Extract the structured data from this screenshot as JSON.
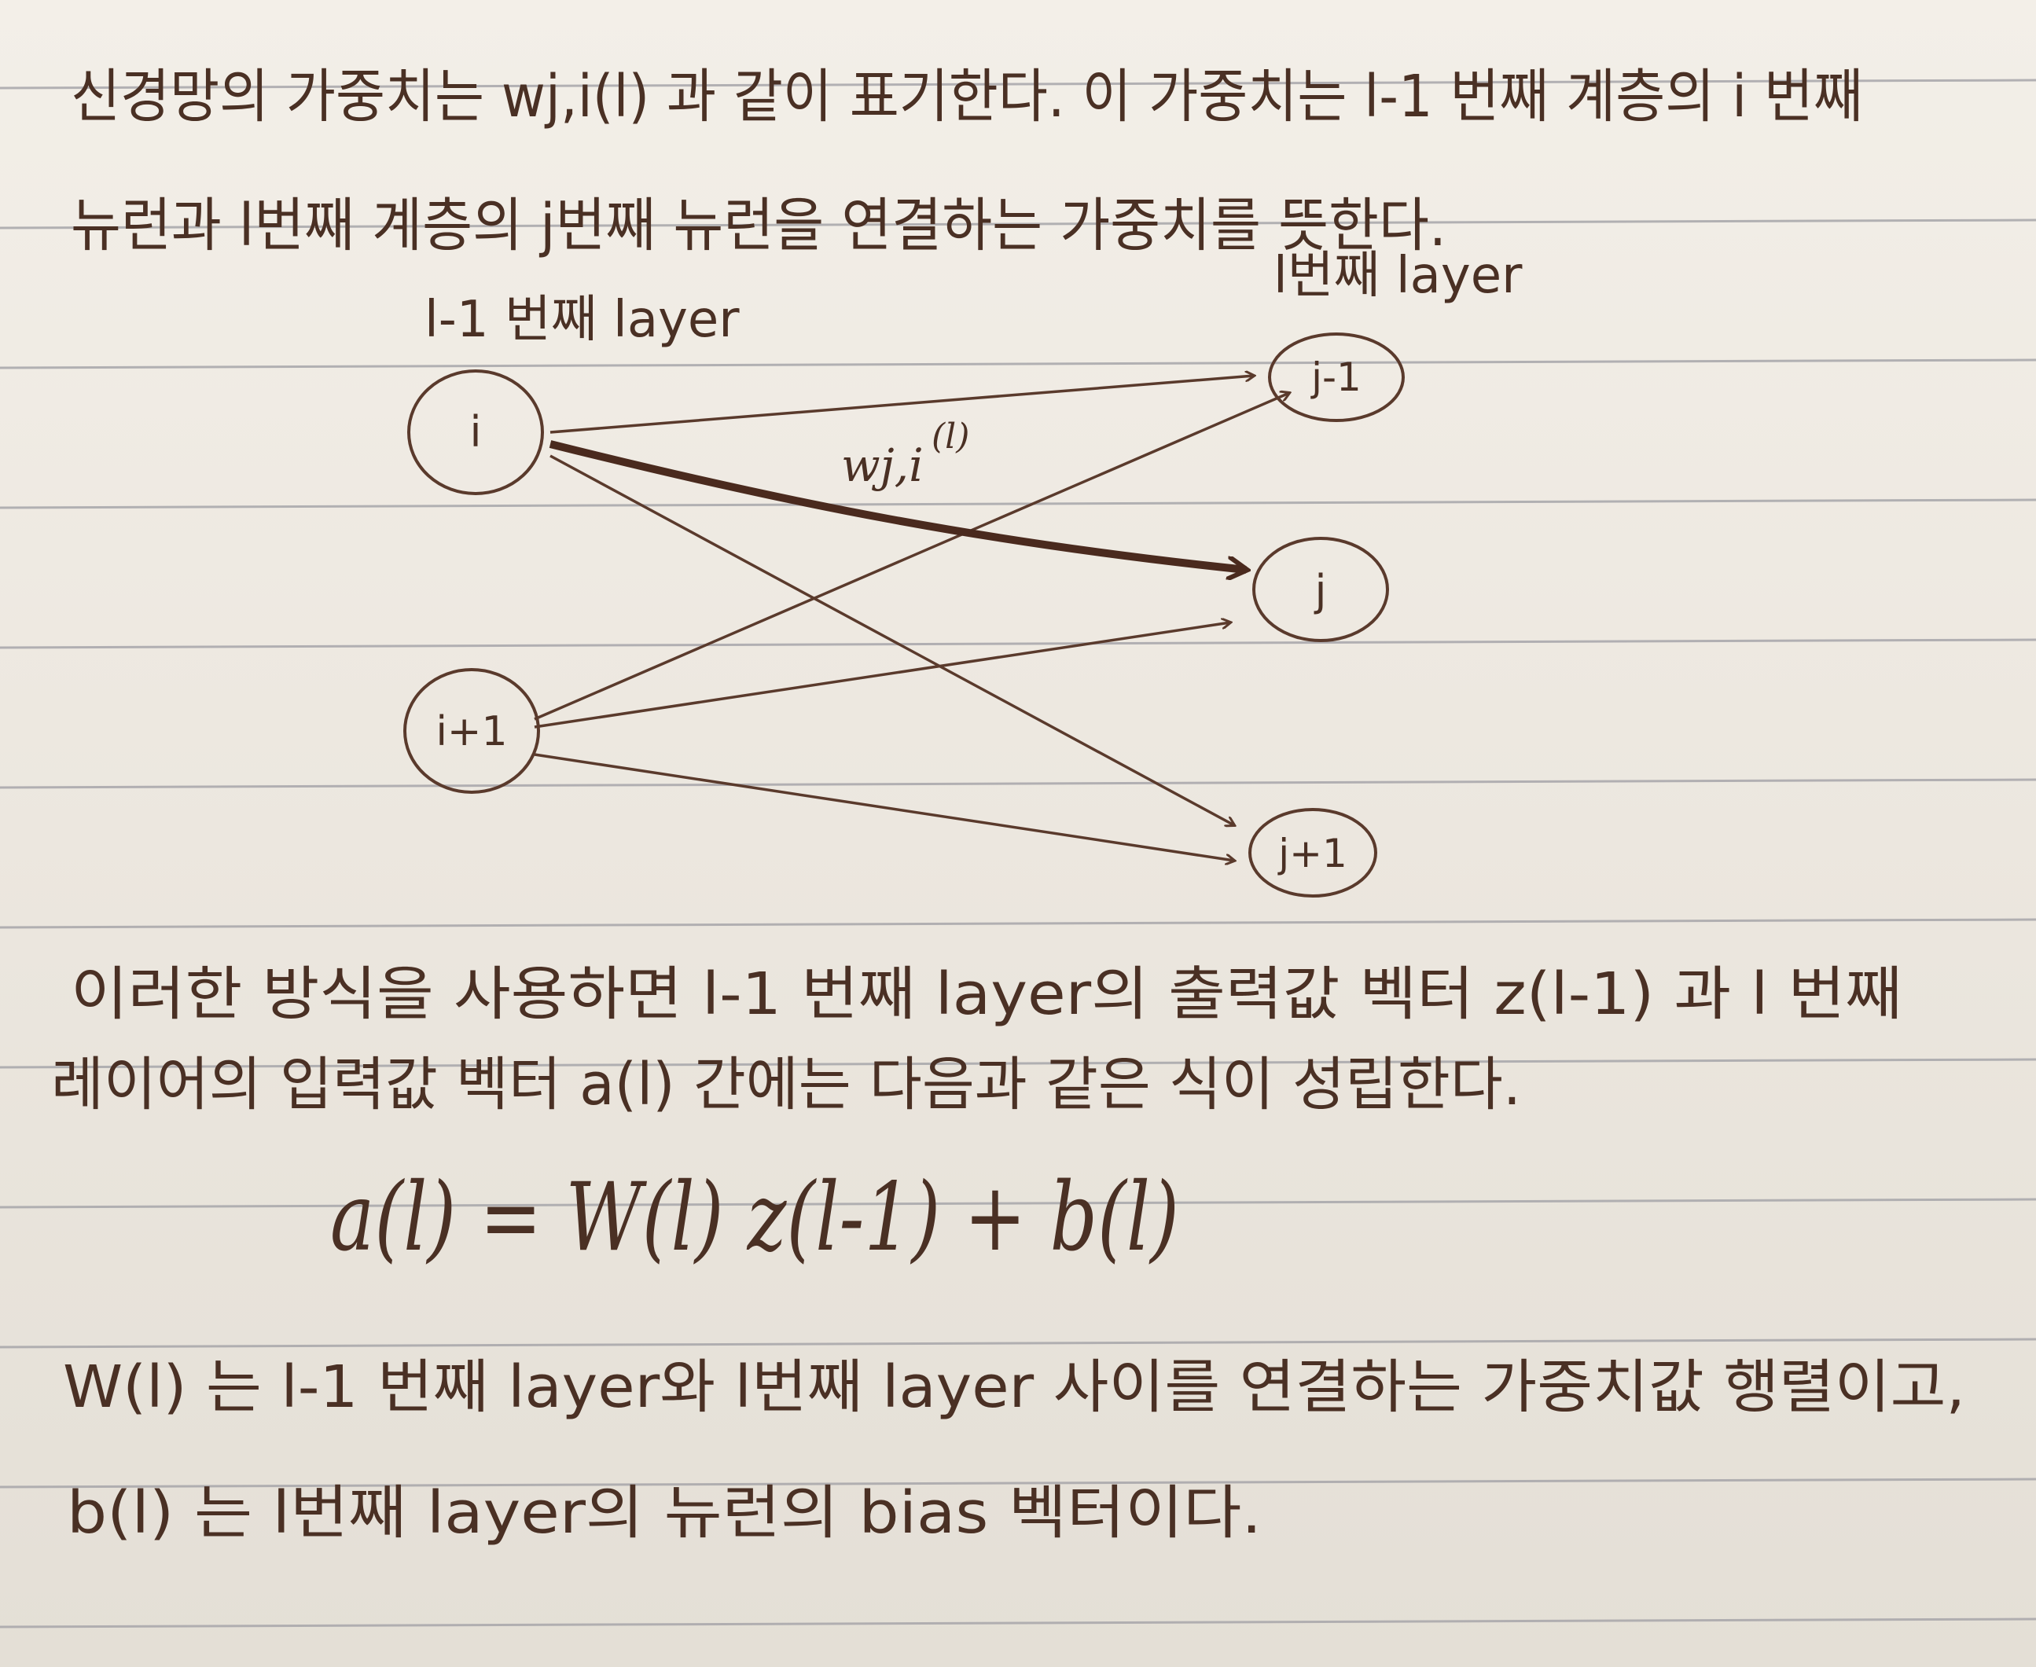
{
  "paragraph1": {
    "line1": "신경망의 가중치는 wj,i(l) 과 같이 표기한다. 이 가중치는 l-1 번째 계층의 i 번째",
    "line2": "뉴런과 l번째 계층의 j번째 뉴런을 연결하는 가중치를 뜻한다."
  },
  "diagram": {
    "left_layer_label": "l-1 번째 layer",
    "right_layer_label": "l번째 layer",
    "left_nodes": [
      "i",
      "i+1"
    ],
    "right_nodes": [
      "j-1",
      "j",
      "j+1"
    ],
    "weight_label": "wj,i",
    "weight_superscript": "(l)"
  },
  "paragraph2": {
    "line1": "이러한 방식을 사용하면 l-1 번째 layer의 출력값 벡터 z(l-1) 과 l 번째",
    "line2": "레이어의 입력값 벡터 a(l) 간에는 다음과 같은 식이 성립한다."
  },
  "equation": "a(l) = W(l) z(l-1) + b(l)",
  "paragraph3": {
    "line1": "W(l) 는 l-1 번째 layer와 l번째 layer 사이를 연결하는 가중치값 행렬이고,",
    "line2": "b(l) 는 l번째 layer의 뉴런의 bias 벡터이다."
  }
}
